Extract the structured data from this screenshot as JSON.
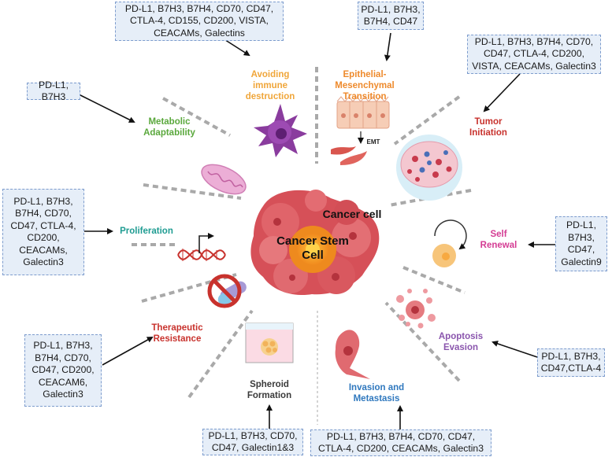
{
  "center": {
    "cancer_cell": "Cancer cell",
    "cancer_stem_cell": "Cancer Stem\nCell"
  },
  "colors": {
    "avoiding": "#f0a63a",
    "emt": "#ee8a2c",
    "tumor": "#c8322d",
    "metabolic": "#5aa83c",
    "proliferation": "#1f9c92",
    "self_renewal": "#d43c93",
    "therapeutic": "#c8322d",
    "apoptosis": "#8a55ad",
    "invasion": "#2f78be",
    "spheroid": "#3a3a3a",
    "box_fill": "#e6eef8",
    "box_border": "#7d9ccd"
  },
  "hallmarks": {
    "avoiding_immune_destruction": "Avoiding\nimmune\ndestruction",
    "emt": "Epithelial-\nMesenchymal\nTransition",
    "emt_arrow_label": "EMT",
    "tumor_initiation": "Tumor\nInitiation",
    "metabolic_adaptability": "Metabolic\nAdaptability",
    "proliferation": "Proliferation",
    "self_renewal": "Self\nRenewal",
    "therapeutic_resistance": "Therapeutic\nResistance",
    "apoptosis_evasion": "Apoptosis\nEvasion",
    "invasion_and_metastasis": "Invasion and\nMetastasis",
    "spheroid_formation": "Spheroid\nFormation"
  },
  "markers": {
    "avoiding": "PD-L1, B7H3, B7H4, CD70, CD47,\nCTLA-4,   CD155,  CD200, VISTA,\nCEACAMs, Galectins",
    "emt": "PD-L1, B7H3,\nB7H4, CD47",
    "tumor": "PD-L1, B7H3, B7H4, CD70,\nCD47, CTLA-4, CD200,\nVISTA, CEACAMs, Galectin3",
    "metabolic": "PD-L1, B7H3",
    "proliferation": "PD-L1, B7H3,\nB7H4, CD70,\nCD47, CTLA-4,\nCD200,\nCEACAMs,\nGalectin3",
    "self_renewal": "PD-L1,\nB7H3,\nCD47,\nGalectin9",
    "therapeutic": "PD-L1, B7H3,\nB7H4, CD70,\nCD47, CD200,\nCEACAM6,\nGalectin3",
    "apoptosis": "PD-L1, B7H3,\nCD47,CTLA-4",
    "spheroid": "PD-L1, B7H3, CD70,\nCD47, Galectin1&3",
    "invasion": "PD-L1, B7H3,    B7H4, CD70, CD47,\nCTLA-4, CD200, CEACAMs, Galectin3"
  }
}
